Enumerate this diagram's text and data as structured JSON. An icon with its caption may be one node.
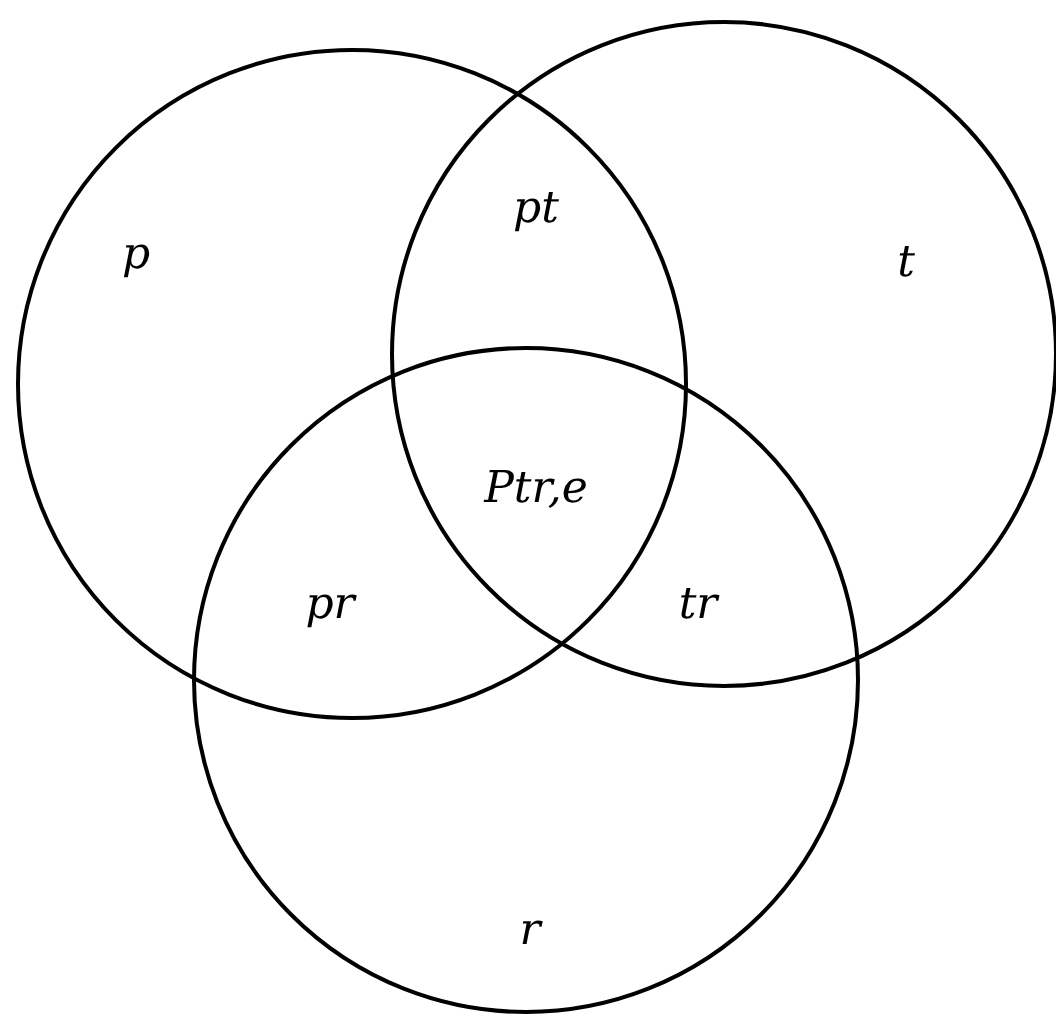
{
  "diagram": {
    "labels": [
      "p",
      "pt",
      "t",
      "Ptr,e",
      "pr",
      "tr",
      "r"
    ]
  }
}
